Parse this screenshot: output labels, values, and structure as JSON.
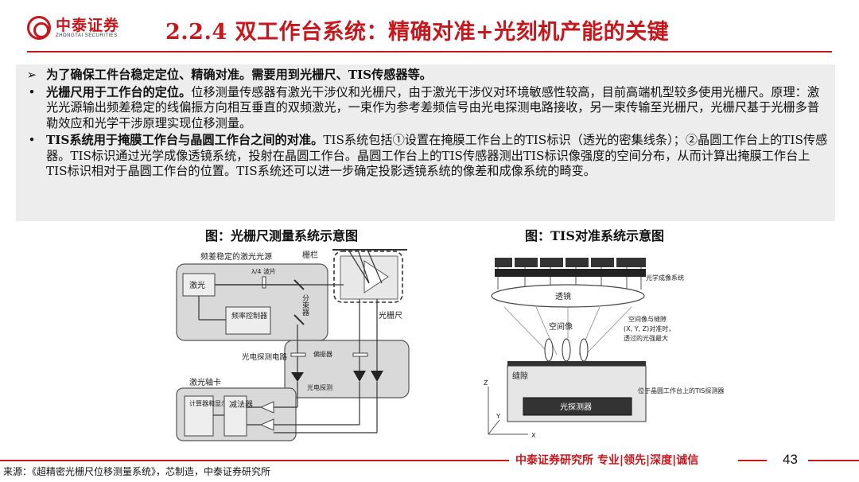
{
  "header": {
    "logo_cn": "中泰证券",
    "logo_en": "ZHONGTAI SECURITIES",
    "title": "2.2.4 双工作台系统：精确对准+光刻机产能的关键"
  },
  "content": {
    "p1": "为了确保工件台稳定定位、精确对准。需要用到光栅尺、TIS传感器等。",
    "p2_bold": "光栅尺用于工作台的定位。",
    "p2_rest": "位移测量传感器有激光干涉仪和光栅尺，由于激光干涉仪对环境敏感性较高，目前高端机型较多使用光栅尺。原理：激光光源输出频差稳定的线偏振方向相互垂直的双频激光，一束作为参考差频信号由光电探测电路接收，另一束传输至光栅尺，光栅尺基于光栅多普勒效应和光学干涉原理实现位移测量。",
    "p3_bold": "TIS系统用于掩膜工作台与晶圆工作台之间的对准。",
    "p3_rest": "TIS系统包括①设置在掩膜工作台上的TIS标识（透光的密集线条）；②晶圆工作台上的TIS传感器。TIS标识通过光学成像透镜系统，投射在晶圆工作台。晶圆工作台上的TIS传感器测出TIS标识像强度的空间分布，从而计算出掩膜工作台上TIS标识相对于晶圆工作台的位置。TIS系统还可以进一步确定投影透镜系统的像差和成像系统的畸变。"
  },
  "figures": {
    "left_caption": "图：光栅尺测量系统示意图",
    "right_caption": "图：TIS对准系统示意图",
    "left": {
      "source_label": "频差稳定的激光光源",
      "grating_label": "栅栏",
      "laser": "激光",
      "waveplate": "λ/4 波片",
      "freq_ctrl": "频率控制器",
      "beam_split": "分束器",
      "grating_scale": "光栅尺",
      "photo_circuit": "光电探测电路",
      "polarizer": "偏振器",
      "photo_detect": "光电探测",
      "axis_card": "激光轴卡",
      "calc": "计算器和显示器",
      "subtract": "减法器"
    },
    "right": {
      "optical_system": "光学成像系统",
      "lens": "透镜",
      "aerial_image": "空间像",
      "aerial_note_1": "空间像与缝隙",
      "aerial_note_2": "(X, Y, Z)对准时，",
      "aerial_note_3": "透过的光强最大",
      "slit": "缝隙",
      "detector": "光探测器",
      "tis_sensor": "位于晶圆工作台上的TIS探测器",
      "axis_z": "Z",
      "axis_y": "Y",
      "axis_x": "X"
    }
  },
  "footer": {
    "slogan": "中泰证券研究所 专业|领先|深度|诚信",
    "page": "43",
    "source": "来源：《超精密光栅尺位移测量系统》，芯制造，中泰证券研究所"
  },
  "colors": {
    "brand_red": "#c8161d",
    "textbox_bg": "#ededed",
    "diagram_gray": "#d9d9d9"
  }
}
